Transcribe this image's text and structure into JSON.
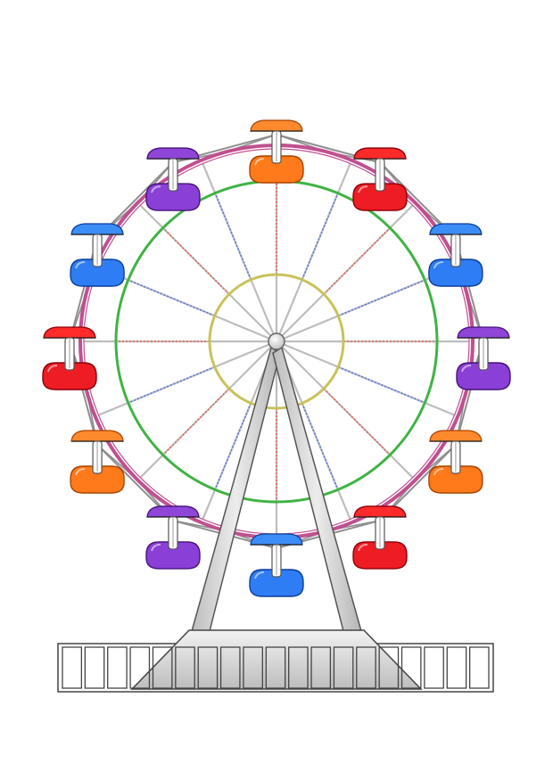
{
  "illustration": {
    "subject": "ferris-wheel",
    "spoke_count": 16,
    "gondola_count": 12,
    "gondola_colors": [
      "orange",
      "red",
      "blue",
      "purple",
      "orange",
      "red",
      "blue",
      "purple",
      "orange",
      "red",
      "blue",
      "purple"
    ],
    "palette": {
      "orange": {
        "fill": "#ff7a1a",
        "stroke": "#a84400",
        "top": "#ff8a2e"
      },
      "red": {
        "fill": "#ee1c23",
        "stroke": "#8a0008",
        "top": "#ff2a2a"
      },
      "blue": {
        "fill": "#2f7df5",
        "stroke": "#0b3f9a",
        "top": "#3d8df9"
      },
      "purple": {
        "fill": "#8a3fd6",
        "stroke": "#46137a",
        "top": "#8f45d8"
      },
      "outer_ring": "#c0508f",
      "middle_ring": "#3fb344",
      "inner_ring": "#c8c25a",
      "spoke": "#bdbdbd",
      "spoke_dash_red": "#e8665a",
      "spoke_dash_blue": "#5a7ae8",
      "frame": "#8f8f8f",
      "support_fill": "#d6d6d6",
      "support_stroke": "#555555",
      "base_fill": "#e6e6e6"
    }
  }
}
